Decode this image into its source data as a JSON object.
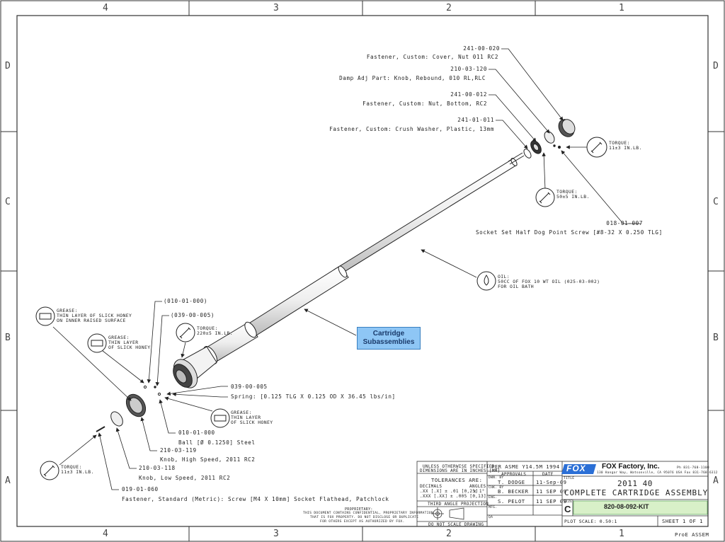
{
  "zones": {
    "cols": [
      "4",
      "3",
      "2",
      "1"
    ],
    "rows": [
      "D",
      "C",
      "B",
      "A"
    ]
  },
  "labels": {
    "p241_00_020": {
      "num": "241-00-020",
      "desc": "Fastener, Custom: Cover, Nut 011 RC2"
    },
    "p210_03_120": {
      "num": "210-03-120",
      "desc": "Damp Adj Part: Knob, Rebound, 010 RL,RLC"
    },
    "p241_00_012": {
      "num": "241-00-012",
      "desc": "Fastener, Custom: Nut, Bottom, RC2"
    },
    "p241_01_011": {
      "num": "241-01-011",
      "desc": "Fastener, Custom: Crush Washer, Plastic, 13mm"
    },
    "p018_01_007": {
      "num": "018-01-007",
      "desc": "Socket Set Half Dog Point Screw [#8-32 X 0.250 TLG]"
    },
    "p010_01_000a": {
      "num": "(010-01-000)"
    },
    "p039_00_005a": {
      "num": "(039-00-005)"
    },
    "p039_00_005": {
      "num": "039-00-005",
      "desc": "Spring: [0.125 TLG X 0.125 OD X 36.45 lbs/in]"
    },
    "p010_01_000": {
      "num": "010-01-000",
      "desc": "Ball [Ø 0.1250] Steel"
    },
    "p210_03_119": {
      "num": "210-03-119",
      "desc": "Knob, High Speed, 2011 RC2"
    },
    "p210_03_118": {
      "num": "210-03-118",
      "desc": "Knob, Low Speed, 2011 RC2"
    },
    "p019_01_060": {
      "num": "019-01-060",
      "desc": "Fastener, Standard (Metric): Screw [M4 X 10mm] Socket Flathead, Patchlock"
    }
  },
  "callouts": {
    "torque_top": [
      "TORQUE:",
      "11±3 IN.LB."
    ],
    "torque_mid": [
      "TORQUE:",
      "50±5 IN.LB."
    ],
    "oil": [
      "OIL:",
      "50CC OF FOX 10 WT OIL (025-03-002)",
      "FOR OIL BATH"
    ],
    "grease1": [
      "GREASE:",
      "THIN LAYER OF SLICK HONEY",
      "ON INNER RAISED SURFACE"
    ],
    "grease2": [
      "GREASE:",
      "THIN LAYER",
      "OF SLICK HONEY"
    ],
    "torque_220": [
      "TORQUE:",
      "220±5 IN.LB."
    ],
    "grease3": [
      "GREASE:",
      "THIN LAYER",
      "OF SLICK HONEY"
    ],
    "torque_bottom": [
      "TORQUE:",
      "11±3 IN.LB."
    ]
  },
  "subassemblies": [
    "Cartridge",
    "Subassemblies"
  ],
  "title_block": {
    "unless": "UNLESS OTHERWISE SPECIFIED",
    "dims": "DIMENSIONS ARE IN INCHES [MM]",
    "per_asme": "PER ASME Y14.5M 1994",
    "approvals": "APPROVALS",
    "date_hdr": "DATE",
    "tolerances": "TOLERANCES ARE:",
    "decimals": "DECIMALS",
    "angles": "ANGLES",
    "tol1": ".XX [.X] ± .01 [0,25]",
    "tol1b": "± 1°",
    "tol2": ".XXX [.XX] ± .005 [0,13]",
    "third_angle": "THIRD ANGLE PROJECTION",
    "proprietary_title": "PROPRIETARY:",
    "proprietary_l1": "THIS DOCUMENT CONTAINS CONFIDENTIAL, PROPRIETARY INFORMATION",
    "proprietary_l2": "THAT IS FOX PROPERTY.  DO NOT DISCLOSE OR DUPLICATE",
    "proprietary_l3": "FOR OTHERS EXCEPT AS AUTHORIZED BY FOX.",
    "do_not_scale": "DO NOT SCALE DRAWING",
    "dwn_by_lbl": "DWN. BY",
    "dwn_by": "T. DODGE",
    "dwn_date": "11-Sep-09",
    "chk_by_lbl": "CHK. BY",
    "chk_by": "B. BECKER",
    "chk_date": "11 SEP 09",
    "eng_lbl": "ENG.",
    "eng": "S. PELOT",
    "eng_date": "11 SEP 09",
    "mfg_lbl": "MFG.",
    "qa_lbl": "QA",
    "logo": "FOX",
    "company": "FOX Factory, Inc.",
    "address": "130 Hangar Way, Watsonville, CA 95076 USA  Fax 831-768-6312",
    "phone": "Ph 831-768-1100",
    "title_lbl": "TITLE",
    "title1": "2011 40",
    "title2": "COMPLETE CARTRIDGE ASSEMBLY",
    "size_lbl": "SIZE",
    "size": "C",
    "part_no": "820-08-092-KIT",
    "plot_scale": "PLOT SCALE: 0.50:1",
    "sheet": "SHEET 1 OF 1",
    "proe": "ProE ASSEM"
  }
}
